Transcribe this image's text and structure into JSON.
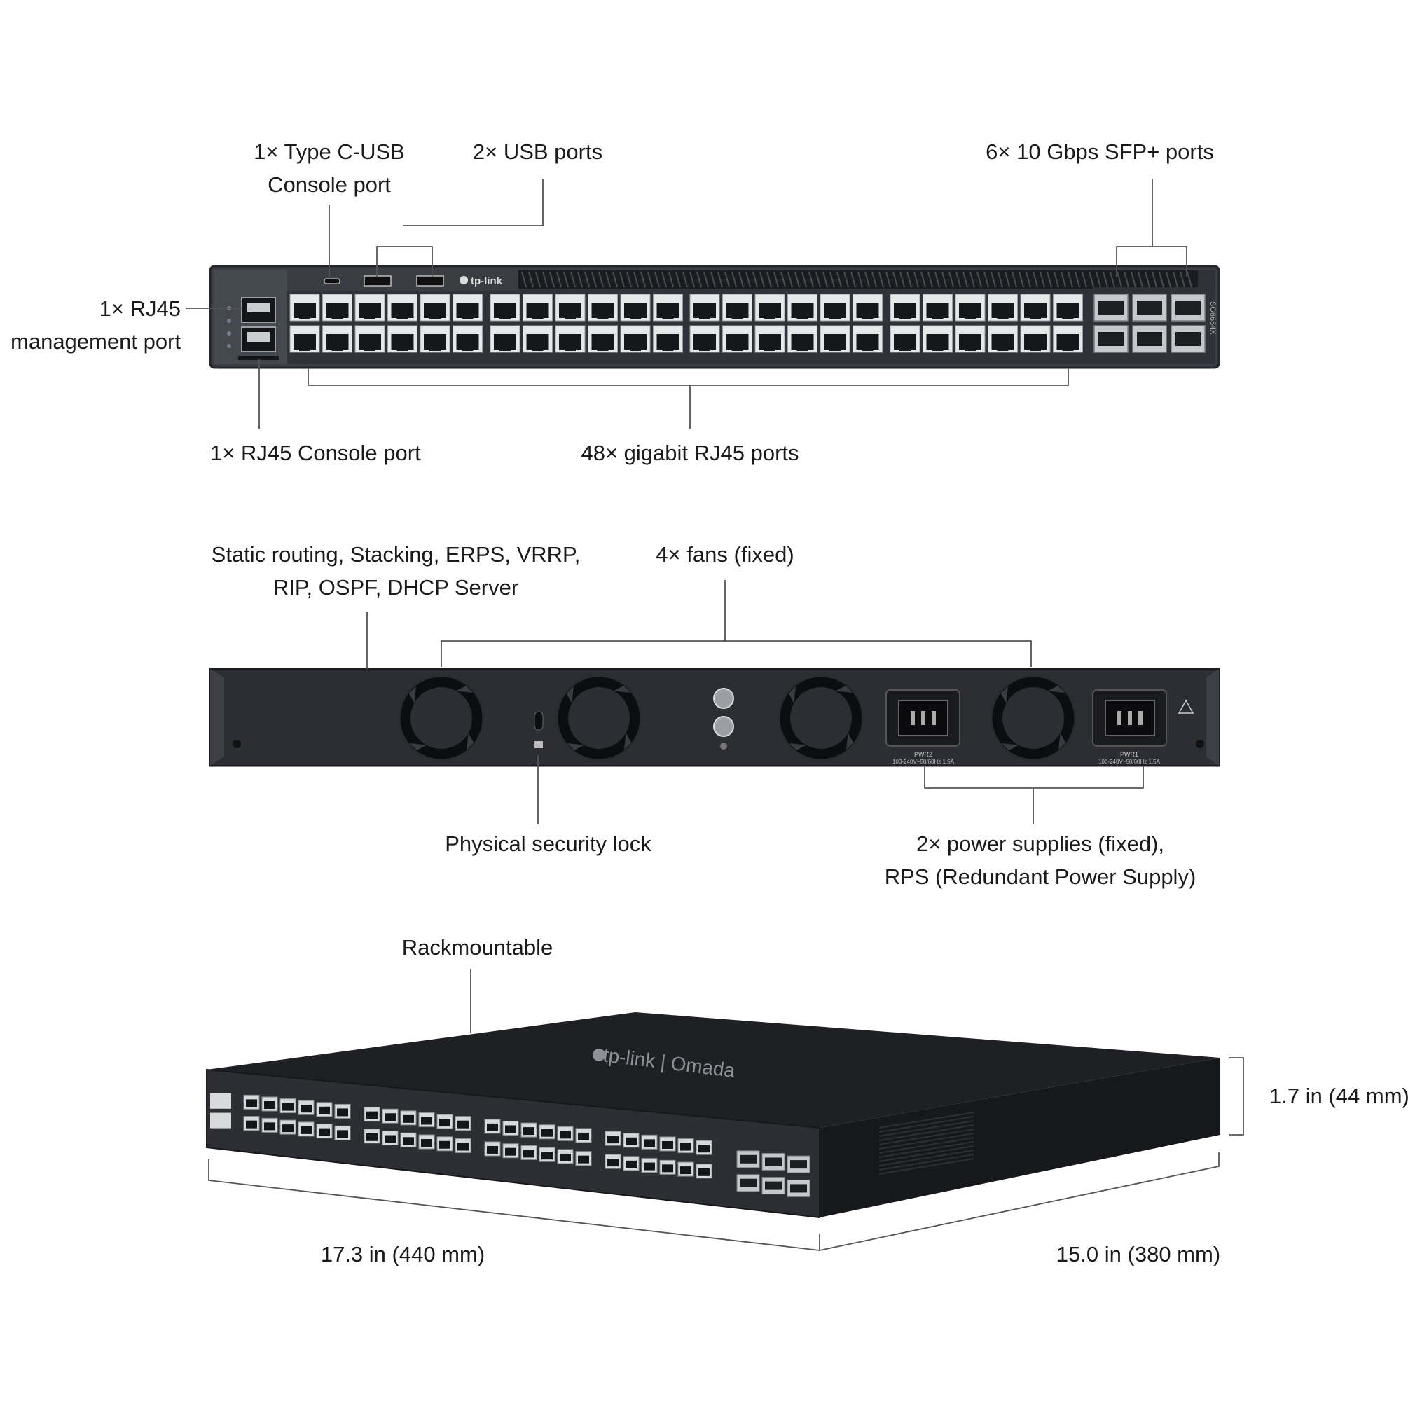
{
  "front_panel": {
    "callouts": {
      "console_usb_c": [
        "1× Type C-USB",
        "Console port"
      ],
      "usb_ports": "2× USB ports",
      "sfp_ports": "6× 10 Gbps SFP+ ports",
      "mgmt_port": [
        "1× RJ45",
        "management port"
      ],
      "rj45_console": "1× RJ45 Console port",
      "gigabit_ports": "48× gigabit RJ45 ports"
    },
    "brand": "tp-link",
    "model": "SG6654X",
    "port_count": 48,
    "sfp_count": 6
  },
  "rear_panel": {
    "callouts": {
      "features": [
        "Static routing, Stacking, ERPS, VRRP,",
        "RIP, OSPF, DHCP Server"
      ],
      "fans": "4× fans (fixed)",
      "lock": "Physical security lock",
      "power": [
        "2× power supplies (fixed),",
        "RPS (Redundant Power Supply)"
      ]
    },
    "fan_count": 4,
    "psu_labels": [
      "PWR2",
      "PWR1"
    ],
    "psu_rating": "100-240V~50/60Hz 1.5A"
  },
  "perspective": {
    "callouts": {
      "rackmount": "Rackmountable",
      "height": "1.7 in (44 mm)",
      "width": "17.3 in (440 mm)",
      "depth": "15.0 in (380 mm)"
    },
    "top_logo": "tp-link | Omada"
  },
  "colors": {
    "chassis": "#2c2e33",
    "chassis_top": "#1f2024",
    "leader_line": "#555555",
    "text": "#1a1a1a"
  }
}
